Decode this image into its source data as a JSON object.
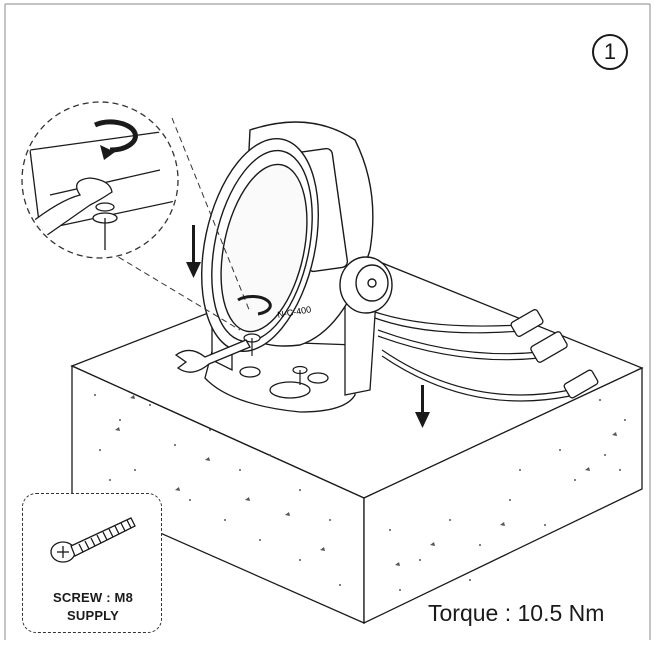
{
  "step": {
    "number": "1"
  },
  "screw_box": {
    "line1": "SCREW : M8",
    "line2": "SUPPLY"
  },
  "torque": {
    "label": "Torque : 10.5 Nm"
  },
  "fixture_label": "N-C-400",
  "icons": [
    "rotate-clockwise-icon",
    "wrench-icon",
    "screw-icon",
    "down-arrow-icon",
    "connector-icon"
  ],
  "colors": {
    "line": "#1a1a1a",
    "background": "#ffffff",
    "speckle": "#555555"
  }
}
